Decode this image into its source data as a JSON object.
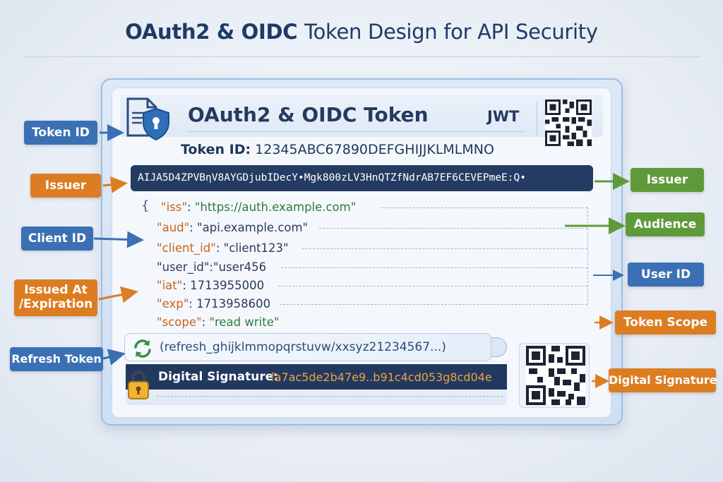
{
  "title": {
    "main": "OAuth2 & OIDC",
    "rest": "Token Design for API Security"
  },
  "card": {
    "title": "OAuth2 & OIDC Token",
    "type_label": "JWT",
    "token_id_label": "Token ID:",
    "token_id_value": "12345ABC67890DEFGHIJJKLMLMNO",
    "encoded_token": "AIJA5D4ZPVBηV8AYGDjubIDecY•Mgk800zLV3HnQTZfNdrAB7EF6CEVEPmeE꞉Q•"
  },
  "claims": {
    "open_brace": "{",
    "iss_key": "\"iss\"",
    "iss_sep": ": ",
    "iss_val": "\"https://auth.example.com\"",
    "aud_key": "\"aud\"",
    "aud_sep": ": ",
    "aud_val": "\"api.example.com\"",
    "client_key": "\"client_id\"",
    "client_sep": ": ",
    "client_val": "\"client123\"",
    "user_key": "\"user_id\"",
    "user_sep": ":",
    "user_val": "\"user456",
    "iat_key": "\"iat\"",
    "iat_sep": ": ",
    "iat_val": "1713955000",
    "exp_key": "\"exp\"",
    "exp_sep": ": ",
    "exp_val": "1713958600",
    "scope_key": "\"scope\"",
    "scope_sep": ": ",
    "scope_val": "\"read write\""
  },
  "refresh": {
    "text": "(refresh_ghijklmmopqrstuvw/xxsyz21234567...)"
  },
  "signature": {
    "label": "Digital Signature:",
    "value": "fa7ac5de2b47e9..b91c4cd053g8cd04e"
  },
  "callouts_left": {
    "token_id": "Token ID",
    "issuer": "Issuer",
    "client_id": "Client ID",
    "issued_at_1": "Issued At",
    "issued_at_2": "/Expiration",
    "refresh_token": "Refresh Token"
  },
  "callouts_right": {
    "issuer": "Issuer",
    "audience": "Audience",
    "user_id": "User ID",
    "token_scope": "Token Scope",
    "digital_signature": "Digital Signature"
  },
  "colors": {
    "blue": "#3b70b4",
    "orange": "#dc7d22",
    "green": "#5f9a3a",
    "navy": "#243b63",
    "accent": "#f0a040"
  },
  "icons": [
    "document-shield-icon",
    "qr-code-icon",
    "refresh-icon",
    "lock-icon"
  ]
}
